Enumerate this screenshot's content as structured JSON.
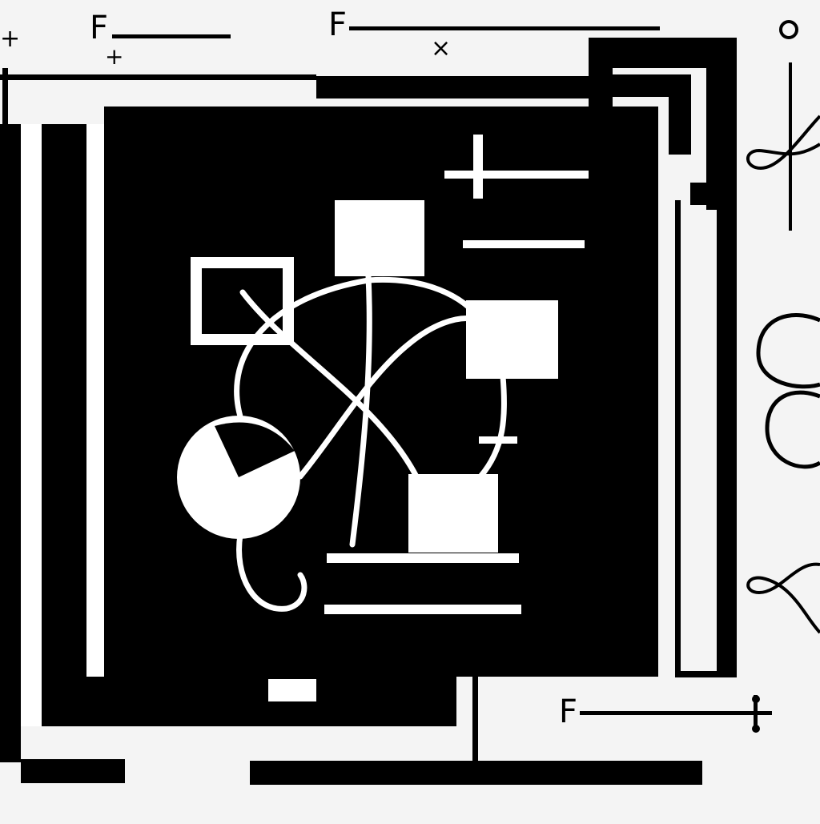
{
  "labels": {
    "top_left": "F",
    "top_center": "F",
    "bottom_right": "F"
  },
  "marks": {
    "plus": "+",
    "times": "×"
  },
  "colors": {
    "background": "#f4f4f4",
    "ink": "#000000",
    "paper": "#ffffff"
  }
}
